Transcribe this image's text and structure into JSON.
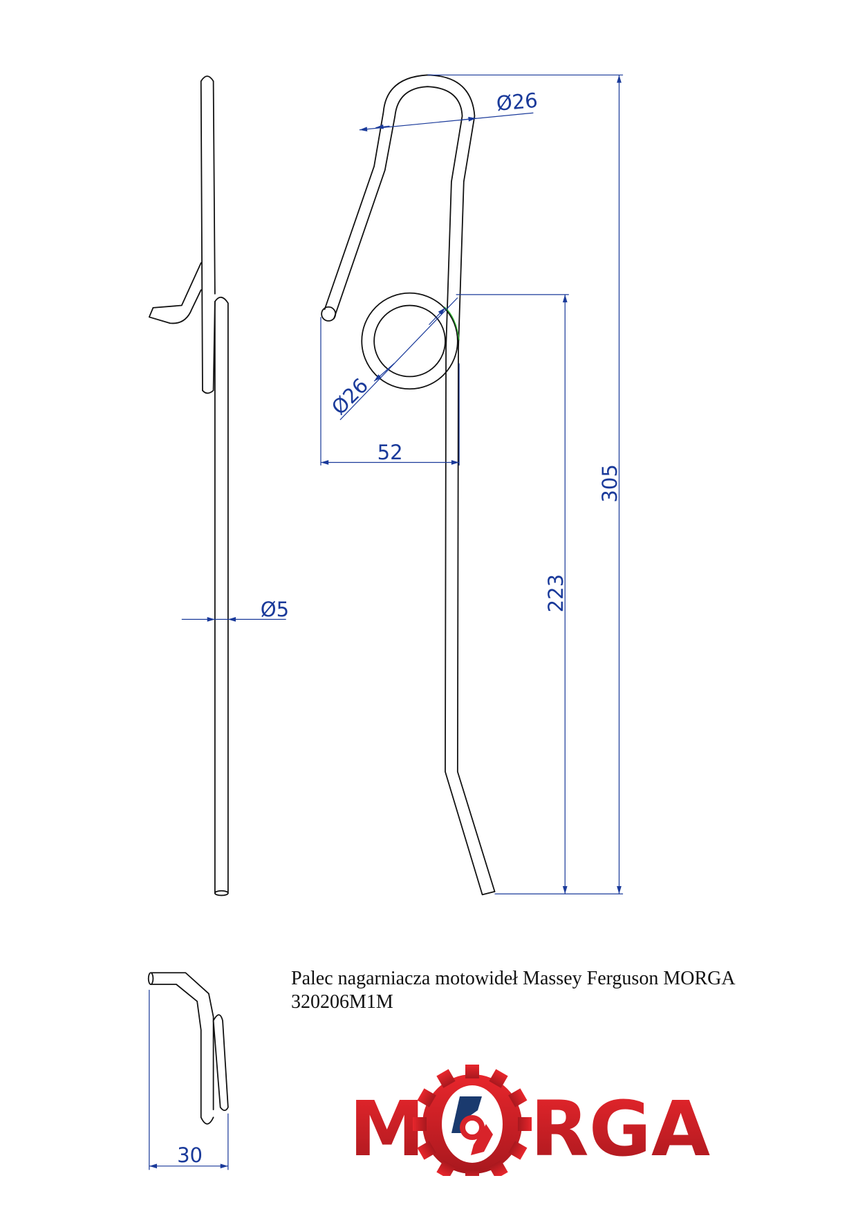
{
  "dimensions": {
    "loop_diameter": "Ø26",
    "coil_diameter": "Ø26",
    "offset_width": "52",
    "total_height": "305",
    "lower_height": "223",
    "wire_diameter": "Ø5",
    "side_width": "30"
  },
  "title": {
    "line1": "Palec nagarniacza motowideł Massey Ferguson MORGA",
    "line2": "320206M1M"
  },
  "logo": {
    "text": "MORGA",
    "primary_color": "#d8232a",
    "secondary_color": "#1a3a6e"
  },
  "colors": {
    "dimension": "#1a3a9a",
    "outline": "#111111"
  }
}
